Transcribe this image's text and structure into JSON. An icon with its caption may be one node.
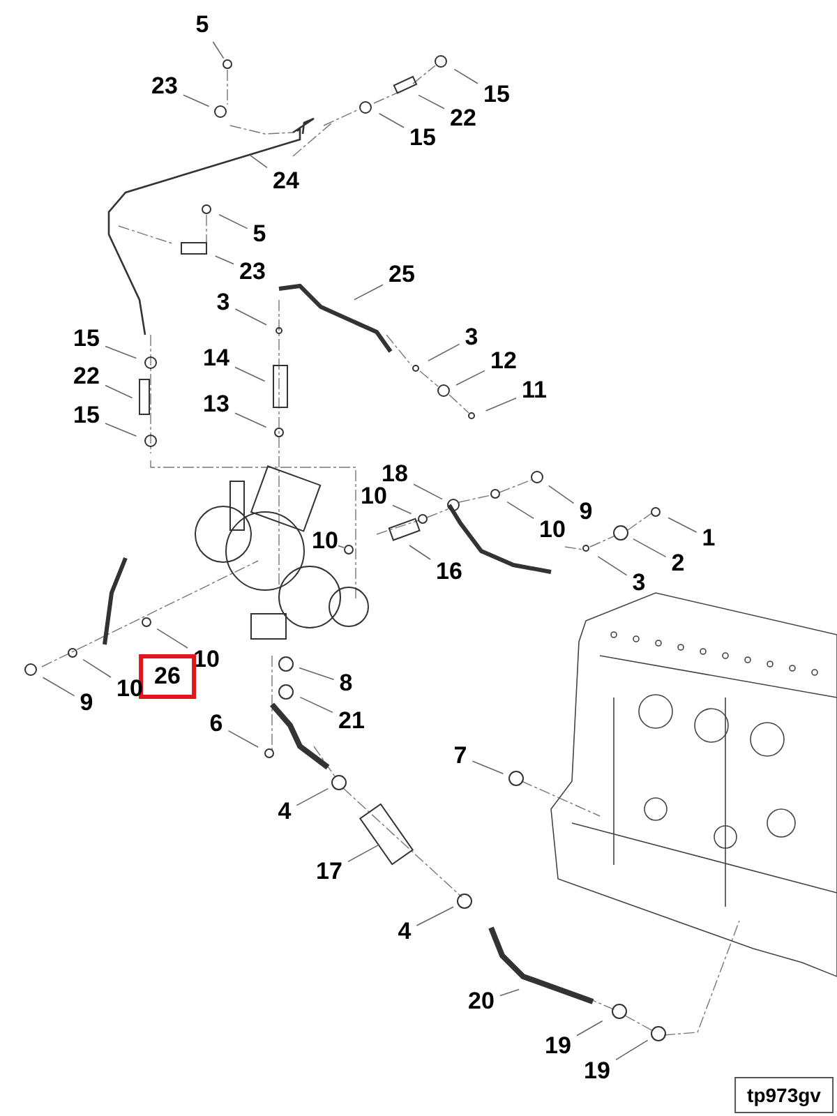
{
  "diagram": {
    "nodes": [
      {
        "text": [
          "5"
        ]
      },
      {
        "text": [
          "23"
        ]
      },
      {
        "text": [
          "15"
        ]
      },
      {
        "text": [
          "22"
        ]
      },
      {
        "text": [
          "15"
        ]
      },
      {
        "text": [
          "24"
        ]
      },
      {
        "text": [
          "5"
        ]
      },
      {
        "text": [
          "23"
        ]
      },
      {
        "text": [
          "25"
        ]
      },
      {
        "text": [
          "3"
        ]
      },
      {
        "text": [
          "3"
        ]
      },
      {
        "text": [
          "14"
        ]
      },
      {
        "text": [
          "12"
        ]
      },
      {
        "text": [
          "15"
        ]
      },
      {
        "text": [
          "11"
        ]
      },
      {
        "text": [
          "22"
        ]
      },
      {
        "text": [
          "13"
        ]
      },
      {
        "text": [
          "15"
        ]
      },
      {
        "text": [
          "18"
        ]
      },
      {
        "text": [
          "10"
        ]
      },
      {
        "text": [
          "9"
        ]
      },
      {
        "text": [
          "10"
        ]
      },
      {
        "text": [
          "10"
        ]
      },
      {
        "text": [
          "1"
        ]
      },
      {
        "text": [
          "2"
        ]
      },
      {
        "text": [
          "16"
        ]
      },
      {
        "text": [
          "3"
        ]
      },
      {
        "text": [
          "10"
        ]
      },
      {
        "text": [
          "26"
        ]
      },
      {
        "text": [
          "10"
        ]
      },
      {
        "text": [
          "9"
        ]
      },
      {
        "text": [
          "8"
        ]
      },
      {
        "text": [
          "21"
        ]
      },
      {
        "text": [
          "6"
        ]
      },
      {
        "text": [
          "7"
        ]
      },
      {
        "text": [
          "4"
        ]
      },
      {
        "text": [
          "17"
        ]
      },
      {
        "text": [
          "4"
        ]
      },
      {
        "text": [
          "20"
        ]
      },
      {
        "text": [
          "19"
        ]
      },
      {
        "text": [
          "19"
        ]
      },
      {
        "text": [
          "tp973gv"
        ]
      }
    ],
    "edges": [
      {
        "from": 0,
        "to": null,
        "arrow": "none"
      },
      {
        "from": 1,
        "to": null,
        "arrow": "none"
      },
      {
        "from": 2,
        "to": null,
        "arrow": "none"
      },
      {
        "from": 3,
        "to": null,
        "arrow": "none"
      },
      {
        "from": 4,
        "to": null,
        "arrow": "none"
      },
      {
        "from": 5,
        "to": null,
        "arrow": "none"
      },
      {
        "from": 6,
        "to": null,
        "arrow": "none"
      },
      {
        "from": 7,
        "to": null,
        "arrow": "none"
      },
      {
        "from": 8,
        "to": null,
        "arrow": "none"
      },
      {
        "from": 9,
        "to": null,
        "arrow": "none"
      },
      {
        "from": 10,
        "to": null,
        "arrow": "none"
      },
      {
        "from": 11,
        "to": null,
        "arrow": "none"
      },
      {
        "from": 12,
        "to": null,
        "arrow": "none"
      },
      {
        "from": 13,
        "to": null,
        "arrow": "none"
      },
      {
        "from": 14,
        "to": null,
        "arrow": "none"
      },
      {
        "from": 15,
        "to": null,
        "arrow": "none"
      },
      {
        "from": 16,
        "to": null,
        "arrow": "none"
      },
      {
        "from": 17,
        "to": null,
        "arrow": "none"
      },
      {
        "from": 18,
        "to": null,
        "arrow": "none"
      },
      {
        "from": 19,
        "to": null,
        "arrow": "none"
      },
      {
        "from": 20,
        "to": null,
        "arrow": "none"
      },
      {
        "from": 21,
        "to": null,
        "arrow": "none"
      },
      {
        "from": 22,
        "to": null,
        "arrow": "none"
      },
      {
        "from": 23,
        "to": null,
        "arrow": "none"
      },
      {
        "from": 24,
        "to": null,
        "arrow": "none"
      },
      {
        "from": 25,
        "to": null,
        "arrow": "none"
      },
      {
        "from": 26,
        "to": null,
        "arrow": "none"
      },
      {
        "from": 27,
        "to": null,
        "arrow": "none"
      },
      {
        "from": 29,
        "to": null,
        "arrow": "none"
      },
      {
        "from": 30,
        "to": null,
        "arrow": "none"
      },
      {
        "from": 31,
        "to": null,
        "arrow": "none"
      },
      {
        "from": 32,
        "to": null,
        "arrow": "none"
      },
      {
        "from": 33,
        "to": null,
        "arrow": "none"
      },
      {
        "from": 34,
        "to": null,
        "arrow": "none"
      },
      {
        "from": 35,
        "to": null,
        "arrow": "none"
      },
      {
        "from": 36,
        "to": null,
        "arrow": "none"
      },
      {
        "from": 37,
        "to": null,
        "arrow": "none"
      },
      {
        "from": 38,
        "to": null,
        "arrow": "none"
      },
      {
        "from": 39,
        "to": null,
        "arrow": "none"
      },
      {
        "from": 40,
        "to": null,
        "arrow": "none"
      }
    ]
  }
}
